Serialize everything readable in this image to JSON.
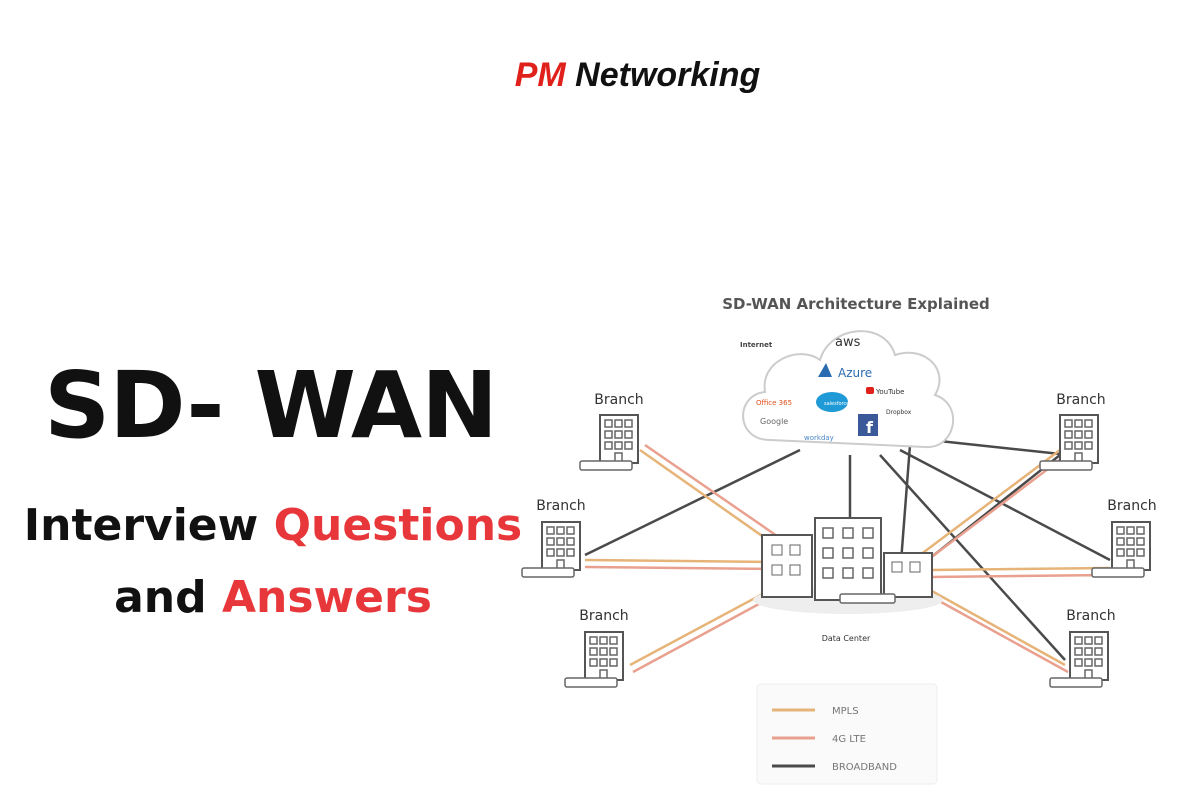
{
  "header": {
    "brand_part1": "PM",
    "brand_part2": "Networking"
  },
  "hero": {
    "title": "SD- WAN",
    "line1_black": "Interview",
    "line1_red": "Questions",
    "line2_black": "and",
    "line2_red": "Answers"
  },
  "diagram": {
    "title": "SD-WAN Architecture Explained",
    "cloud_label": "Internet",
    "cloud_services": [
      "aws",
      "Azure",
      "Office 365",
      "salesforce",
      "YouTube",
      "Dropbox",
      "Google",
      "workday",
      "f"
    ],
    "branch_label": "Branch",
    "data_center_label": "Data Center",
    "legend": [
      {
        "label": "MPLS",
        "color": "#e6b478"
      },
      {
        "label": "4G LTE",
        "color": "#e9a08e"
      },
      {
        "label": "BROADBAND",
        "color": "#4a4a4a"
      }
    ]
  },
  "colors": {
    "accent_red": "#e0201b"
  }
}
